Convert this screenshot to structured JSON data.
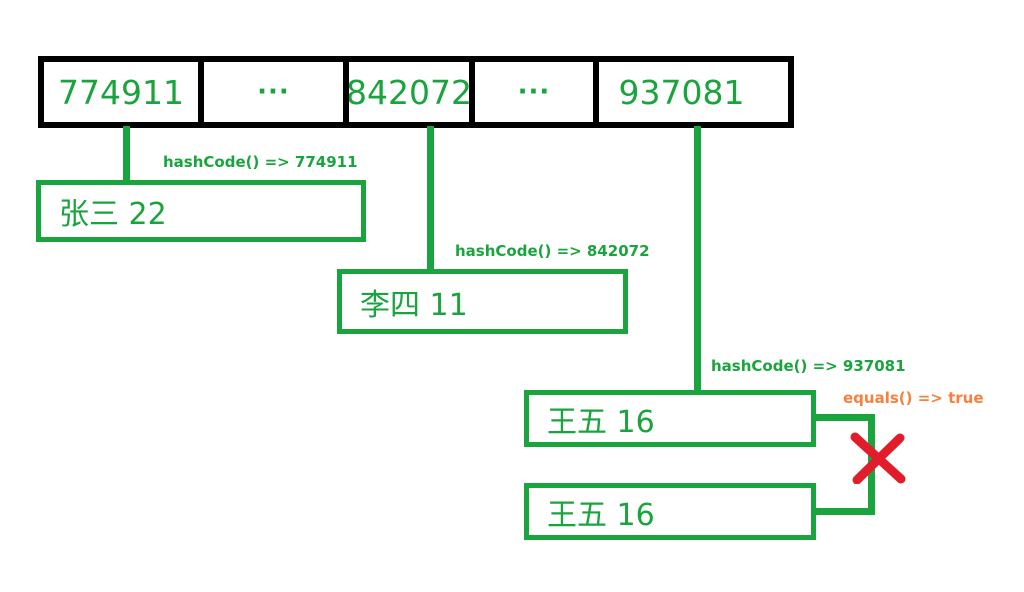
{
  "diagram": {
    "array_cells": [
      {
        "value": "774911"
      },
      {
        "value": "···"
      },
      {
        "value": "842072"
      },
      {
        "value": "···"
      },
      {
        "value": "937081"
      }
    ],
    "entries": [
      {
        "text": "张三 22",
        "hash_label": "hashCode() => 774911"
      },
      {
        "text": "李四 11",
        "hash_label": "hashCode() => 842072"
      },
      {
        "text": "王五 16",
        "hash_label": "hashCode() => 937081"
      },
      {
        "text": "王五 16"
      }
    ],
    "equals_label": "equals() => true"
  },
  "colors": {
    "green": "#1aa43e",
    "orange": "#f5813e",
    "red": "#e11d2c",
    "black": "#000000"
  }
}
